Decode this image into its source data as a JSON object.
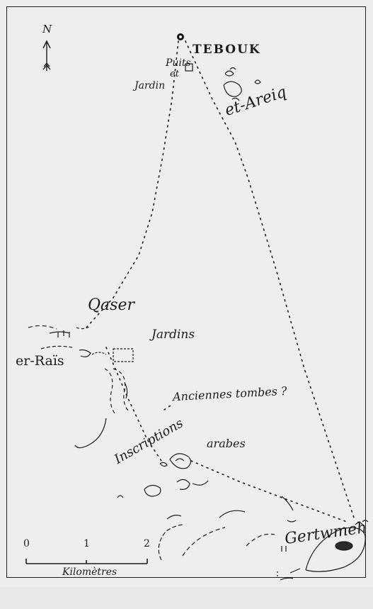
{
  "map": {
    "north_label": "N",
    "places": {
      "tebouk": "TEBOUK",
      "puits": "Puits",
      "et": "et",
      "jardin": "Jardin",
      "et_areiq": "et-Areiq",
      "qaser": "Qaser",
      "jardins": "Jardins",
      "er_rais": "er-Raïs",
      "anciennes_tombes": "Anciennes tombes ?",
      "inscriptions_arabes_1": "Inscriptions",
      "inscriptions_arabes_2": "arabes",
      "gertwmeh": "Gertwmeh"
    },
    "scale": {
      "tick_0": "0",
      "tick_1": "1",
      "tick_2": "2",
      "unit": "Kilomètres"
    }
  }
}
